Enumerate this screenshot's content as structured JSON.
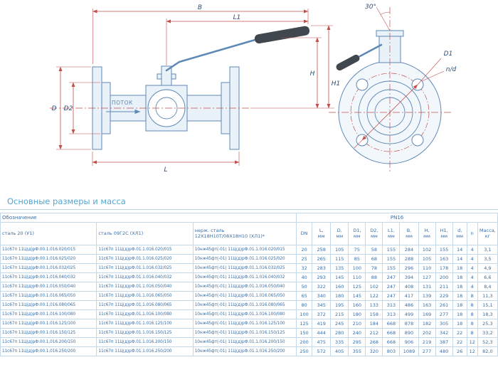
{
  "theme": {
    "line_blue": "#5e88b5",
    "dim_red": "#c0504d",
    "label_blue": "#2c4f79",
    "table_text": "#3a6ea5",
    "table_border": "#c3d8e9",
    "title_blue": "#55a6d2",
    "grip_dark": "#41474e",
    "part_fill": "#e9f1f9"
  },
  "drawing": {
    "side": {
      "B": "B",
      "L1": "L1",
      "H": "H",
      "H1": "H1",
      "D": "D",
      "D2": "D2",
      "L": "L",
      "flow": "ПОТОК"
    },
    "front": {
      "angle": "30°",
      "D1": "D1",
      "nd": "n/d"
    }
  },
  "section": {
    "title": "Основные размеры и масса"
  },
  "table": {
    "header": {
      "designation": "Обозначение",
      "pn_group": "PN16",
      "materials": [
        "сталь 20 (У1)",
        "сталь 09Г2С (ХЛ1)",
        "нерж. сталь\n12Х18Н10Т/08Х18Н10 (ХЛ1)*"
      ],
      "dims": [
        "DN",
        "L,\nмм",
        "D,\nмм",
        "D1,\nмм",
        "D2,\nмм",
        "L1,\nмм",
        "B,\nмм",
        "H,\nмм",
        "H1,\nмм",
        "d,\nмм",
        "n",
        "Масса,\nкг"
      ]
    },
    "rows": [
      {
        "d1": "11с67п 11Ц(д)рФ.00.1.016.020/015",
        "d2": "11с67п 11Ц(д)рФ.01.1.016.020/015",
        "d3": "10нж45фт(-01) 11Ц(д)рФ.01.1.016.020/015",
        "v": [
          "20",
          "258",
          "105",
          "75",
          "58",
          "155",
          "284",
          "102",
          "155",
          "14",
          "4",
          "3,1"
        ]
      },
      {
        "d1": "11с67п 11Ц(д)рФ.00.1.016.025/020",
        "d2": "11с67п 11Ц(д)рФ.01.1.016.025/020",
        "d3": "10нж45фт(-01) 11Ц(д)рФ.01.1.016.025/020",
        "v": [
          "25",
          "265",
          "115",
          "85",
          "68",
          "155",
          "288",
          "105",
          "163",
          "14",
          "4",
          "3,5"
        ]
      },
      {
        "d1": "11с67п 11Ц(д)рФ.00.1.016.032/025",
        "d2": "11с67п 11Ц(д)рФ.01.1.016.032/025",
        "d3": "10нж45фт(-01) 11Ц(д)рФ.01.1.016.032/025",
        "v": [
          "32",
          "283",
          "135",
          "100",
          "78",
          "155",
          "296",
          "110",
          "178",
          "18",
          "4",
          "4,9"
        ]
      },
      {
        "d1": "11с67п 11Ц(д)рФ.00.1.016.040/032",
        "d2": "11с67п 11Ц(д)рФ.01.1.016.040/032",
        "d3": "10нж45фт(-01) 11Ц(д)рФ.01.1.016.040/032",
        "v": [
          "40",
          "293",
          "145",
          "110",
          "88",
          "247",
          "394",
          "127",
          "200",
          "18",
          "4",
          "6,6"
        ]
      },
      {
        "d1": "11с67п 11Ц(д)рФ.00.1.016.050/040",
        "d2": "11с67п 11Ц(д)рФ.01.1.016.050/040",
        "d3": "10нж45фт(-01) 11Ц(д)рФ.01.1.016.050/040",
        "v": [
          "50",
          "322",
          "160",
          "125",
          "102",
          "247",
          "408",
          "131",
          "211",
          "18",
          "4",
          "8,4"
        ]
      },
      {
        "d1": "11с67п 11Ц(д)рФ.00.1.016.065/050",
        "d2": "11с67п 11Ц(д)рФ.01.1.016.065/050",
        "d3": "10нж45фт(-01) 11Ц(д)рФ.01.1.016.065/050",
        "v": [
          "65",
          "340",
          "180",
          "145",
          "122",
          "247",
          "417",
          "139",
          "229",
          "18",
          "8",
          "11,3"
        ]
      },
      {
        "d1": "11с67п 11Ц(д)рФ.00.1.016.080/065",
        "d2": "11с67п 11Ц(д)рФ.01.1.016.080/065",
        "d3": "10нж45фт(-01) 11Ц(д)рФ.01.1.016.080/065",
        "v": [
          "80",
          "345",
          "195",
          "160",
          "133",
          "313",
          "486",
          "163",
          "261",
          "18",
          "8",
          "15,1"
        ]
      },
      {
        "d1": "11с67п 11Ц(д)рФ.00.1.016.100/080",
        "d2": "11с67п 11Ц(д)рФ.01.1.016.100/080",
        "d3": "10нж45фт(-01) 11Ц(д)рФ.01.1.016.100/080",
        "v": [
          "100",
          "372",
          "215",
          "180",
          "158",
          "313",
          "499",
          "169",
          "277",
          "18",
          "8",
          "18,3"
        ]
      },
      {
        "d1": "11с67п 11Ц(д)рФ.00.1.016.125/100",
        "d2": "11с67п 11Ц(д)рФ.01.1.016.125/100",
        "d3": "10нж45фт(-01) 11Ц(д)рФ.01.1.016.125/100",
        "v": [
          "125",
          "419",
          "245",
          "210",
          "184",
          "668",
          "878",
          "182",
          "305",
          "18",
          "8",
          "25,3"
        ]
      },
      {
        "d1": "11с67п 11Ц(д)рФ.00.1.016.150/125",
        "d2": "11с67п 11Ц(д)рФ.01.1.016.150/125",
        "d3": "10нж45фт(-01) 11Ц(д)рФ.01.1.016.150/125",
        "v": [
          "150",
          "444",
          "280",
          "240",
          "212",
          "668",
          "890",
          "202",
          "342",
          "22",
          "8",
          "33,2"
        ]
      },
      {
        "d1": "11с67п 11Ц(д)рФ.00.1.016.200/150",
        "d2": "11с67п 11Ц(д)рФ.01.1.016.200/150",
        "d3": "10нж45фт(-01) 11Ц(д)рФ.01.1.016.200/150",
        "v": [
          "200",
          "475",
          "335",
          "295",
          "268",
          "668",
          "906",
          "219",
          "387",
          "22",
          "12",
          "52,3"
        ]
      },
      {
        "d1": "11с67п 11Ц(д)рФ.00.1.016.250/200",
        "d2": "11с67п 11Ц(д)рФ.01.1.016.250/200",
        "d3": "10нж45фт(-01) 11Ц(д)рФ.01.1.016.250/200",
        "v": [
          "250",
          "572",
          "405",
          "355",
          "320",
          "803",
          "1089",
          "277",
          "480",
          "26",
          "12",
          "82,0"
        ]
      }
    ]
  }
}
